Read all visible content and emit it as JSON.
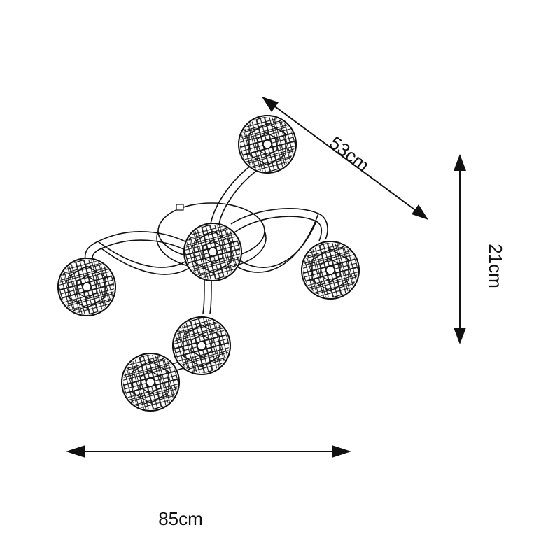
{
  "dimensions": {
    "depth_label": "53cm",
    "height_label": "21cm",
    "width_label": "85cm"
  },
  "style": {
    "line_color": "#111111",
    "background": "#ffffff"
  }
}
